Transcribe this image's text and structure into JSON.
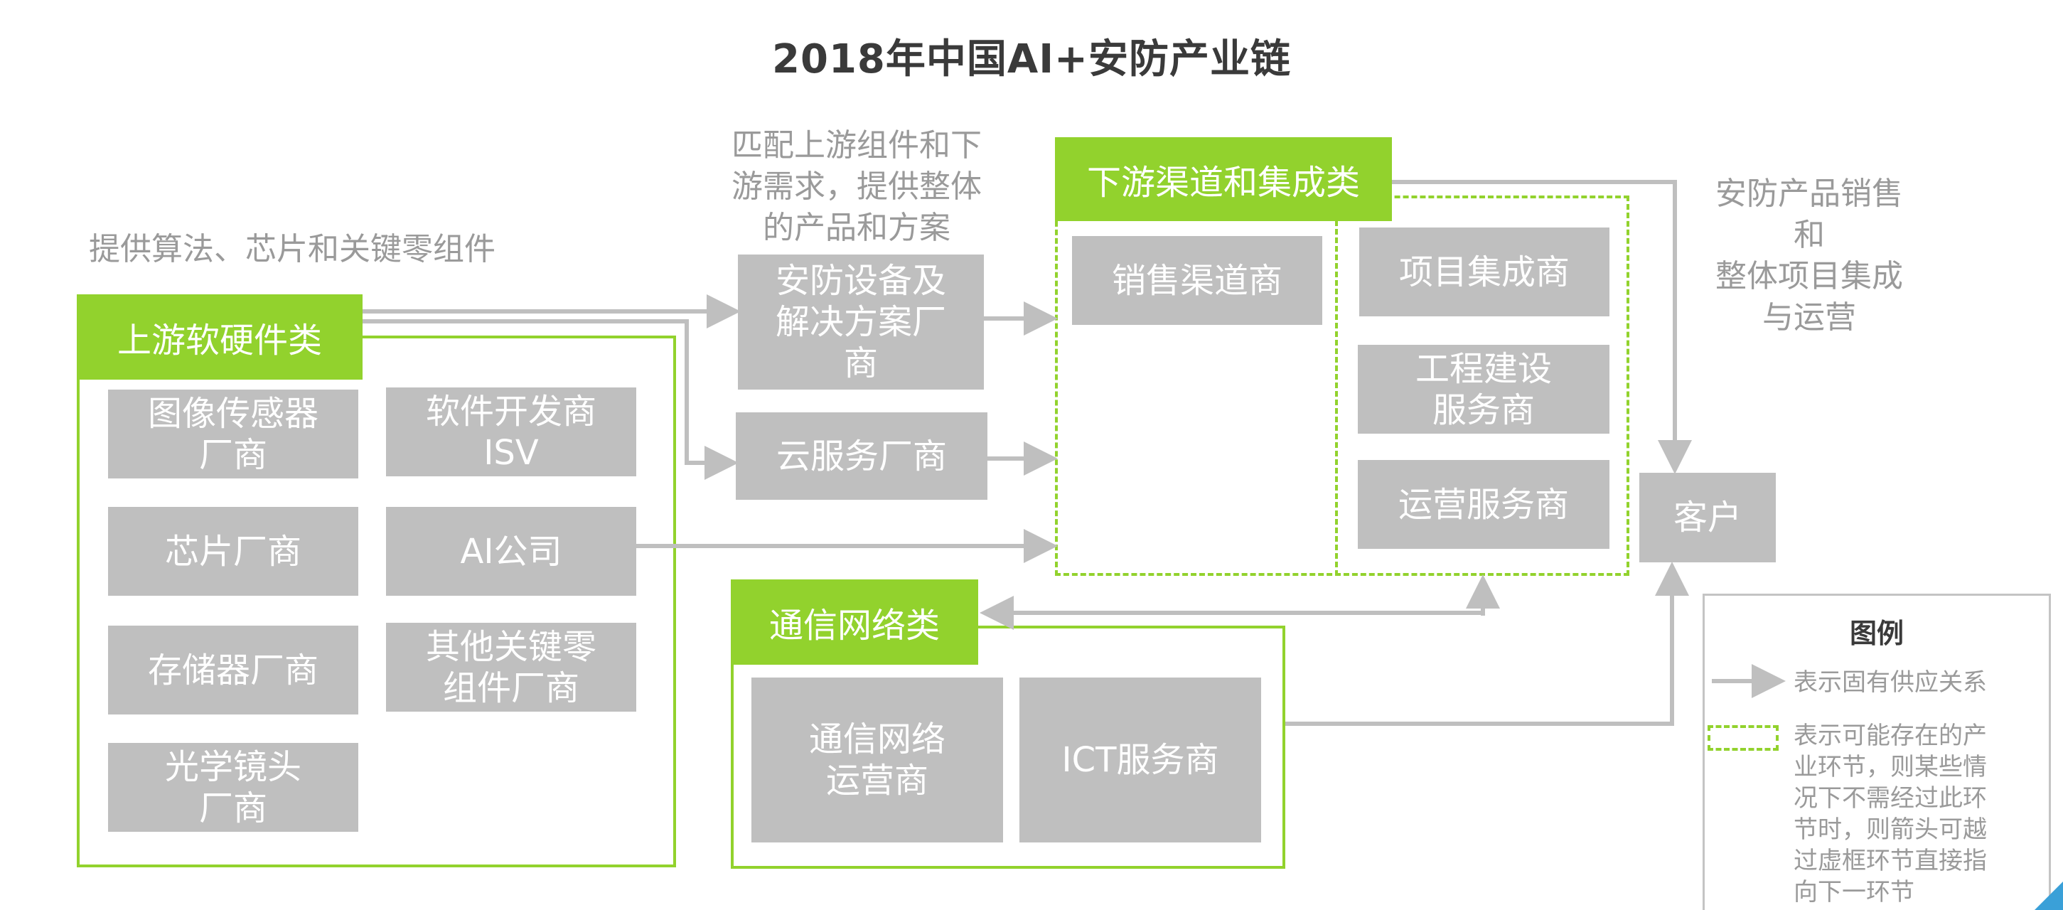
{
  "title": "2018年中国AI+安防产业链",
  "notes": {
    "upstream": "提供算法、芯片和关键零组件",
    "midstream_line1": "匹配上游组件和下",
    "midstream_line2": "游需求，提供整体",
    "midstream_line3": "的产品和方案",
    "customer_line1": "安防产品销售",
    "customer_line2": "和",
    "customer_line3": "整体项目集成",
    "customer_line4": "与运营"
  },
  "upstream": {
    "header": "上游软硬件类",
    "items": {
      "image_sensor_1": "图像传感器",
      "image_sensor_2": "厂商",
      "software_1": "软件开发商",
      "software_2": "ISV",
      "chip": "芯片厂商",
      "ai": "AI公司",
      "storage": "存储器厂商",
      "other_1": "其他关键零",
      "other_2": "组件厂商",
      "optics_1": "光学镜头",
      "optics_2": "厂商"
    }
  },
  "midstream": {
    "security_1": "安防设备及",
    "security_2": "解决方案厂",
    "security_3": "商",
    "cloud": "云服务厂商"
  },
  "downstream": {
    "header": "下游渠道和集成类",
    "sales": "销售渠道商",
    "integrator": "项目集成商",
    "construction_1": "工程建设",
    "construction_2": "服务商",
    "operations": "运营服务商"
  },
  "customer": "客户",
  "telecom": {
    "header": "通信网络类",
    "operator_1": "通信网络",
    "operator_2": "运营商",
    "ict": "ICT服务商"
  },
  "legend": {
    "title": "图例",
    "arrow_text": "表示固有供应关系",
    "dashed_line1": "表示可能存在的产",
    "dashed_line2": "业环节，则某些情",
    "dashed_line3": "况下不需经过此环",
    "dashed_line4": "节时，则箭头可越",
    "dashed_line5": "过虚框环节直接指",
    "dashed_line6": "向下一环节"
  },
  "colors": {
    "header_green": "#92d22d",
    "box_gray": "#bfbfbf",
    "arrow_gray": "#bfbfbf",
    "note_gray": "#9a9a9a"
  }
}
